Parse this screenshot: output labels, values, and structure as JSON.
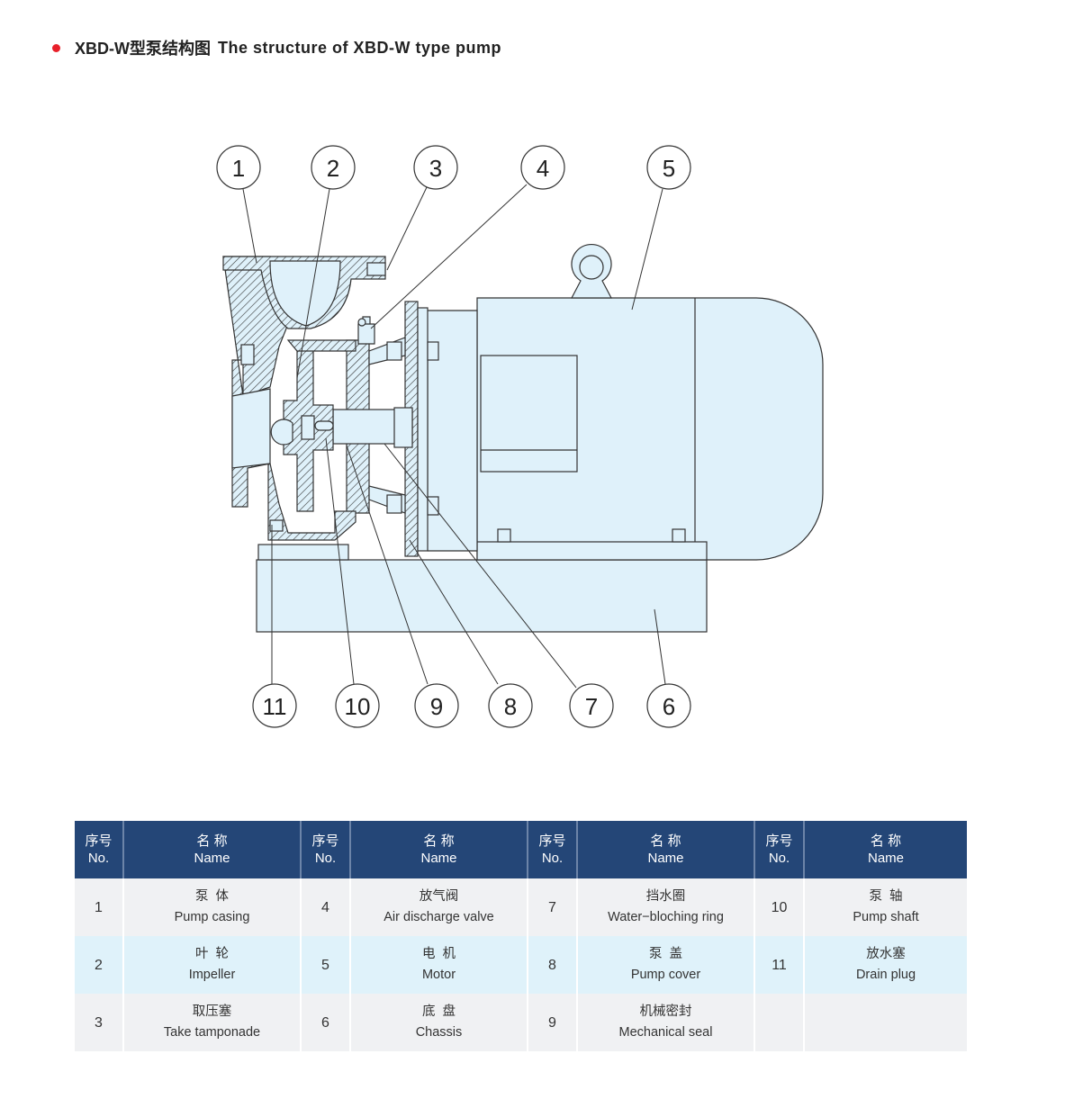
{
  "title": {
    "cn": "XBD-W型泵结构图",
    "en": "The structure of XBD-W type pump"
  },
  "colors": {
    "bullet": "#e8202a",
    "header": "#244677",
    "fill": "#dff1fa",
    "row_gray": "#f0f1f3",
    "row_blue": "#dff2fa"
  },
  "diagram": {
    "callouts_top": [
      "1",
      "2",
      "3",
      "4",
      "5"
    ],
    "callouts_bottom": [
      "11",
      "10",
      "9",
      "8",
      "7",
      "6"
    ]
  },
  "table": {
    "headers": {
      "no_cn": "序号",
      "no_en": "No.",
      "name_cn": "名 称",
      "name_en": "Name"
    },
    "rows": [
      [
        {
          "no": "1",
          "cn": "泵  体",
          "en": "Pump casing"
        },
        {
          "no": "4",
          "cn": "放气阀",
          "en": "Air discharge valve"
        },
        {
          "no": "7",
          "cn": "挡水圈",
          "en": "Water−bloching ring"
        },
        {
          "no": "10",
          "cn": "泵  轴",
          "en": "Pump shaft"
        }
      ],
      [
        {
          "no": "2",
          "cn": "叶  轮",
          "en": "Impeller"
        },
        {
          "no": "5",
          "cn": "电  机",
          "en": "Motor"
        },
        {
          "no": "8",
          "cn": "泵  盖",
          "en": "Pump cover"
        },
        {
          "no": "11",
          "cn": "放水塞",
          "en": "Drain plug"
        }
      ],
      [
        {
          "no": "3",
          "cn": "取压塞",
          "en": "Take tamponade"
        },
        {
          "no": "6",
          "cn": "底  盘",
          "en": "Chassis"
        },
        {
          "no": "9",
          "cn": "机械密封",
          "en": "Mechanical seal"
        },
        {
          "no": "",
          "cn": "",
          "en": ""
        }
      ]
    ]
  }
}
